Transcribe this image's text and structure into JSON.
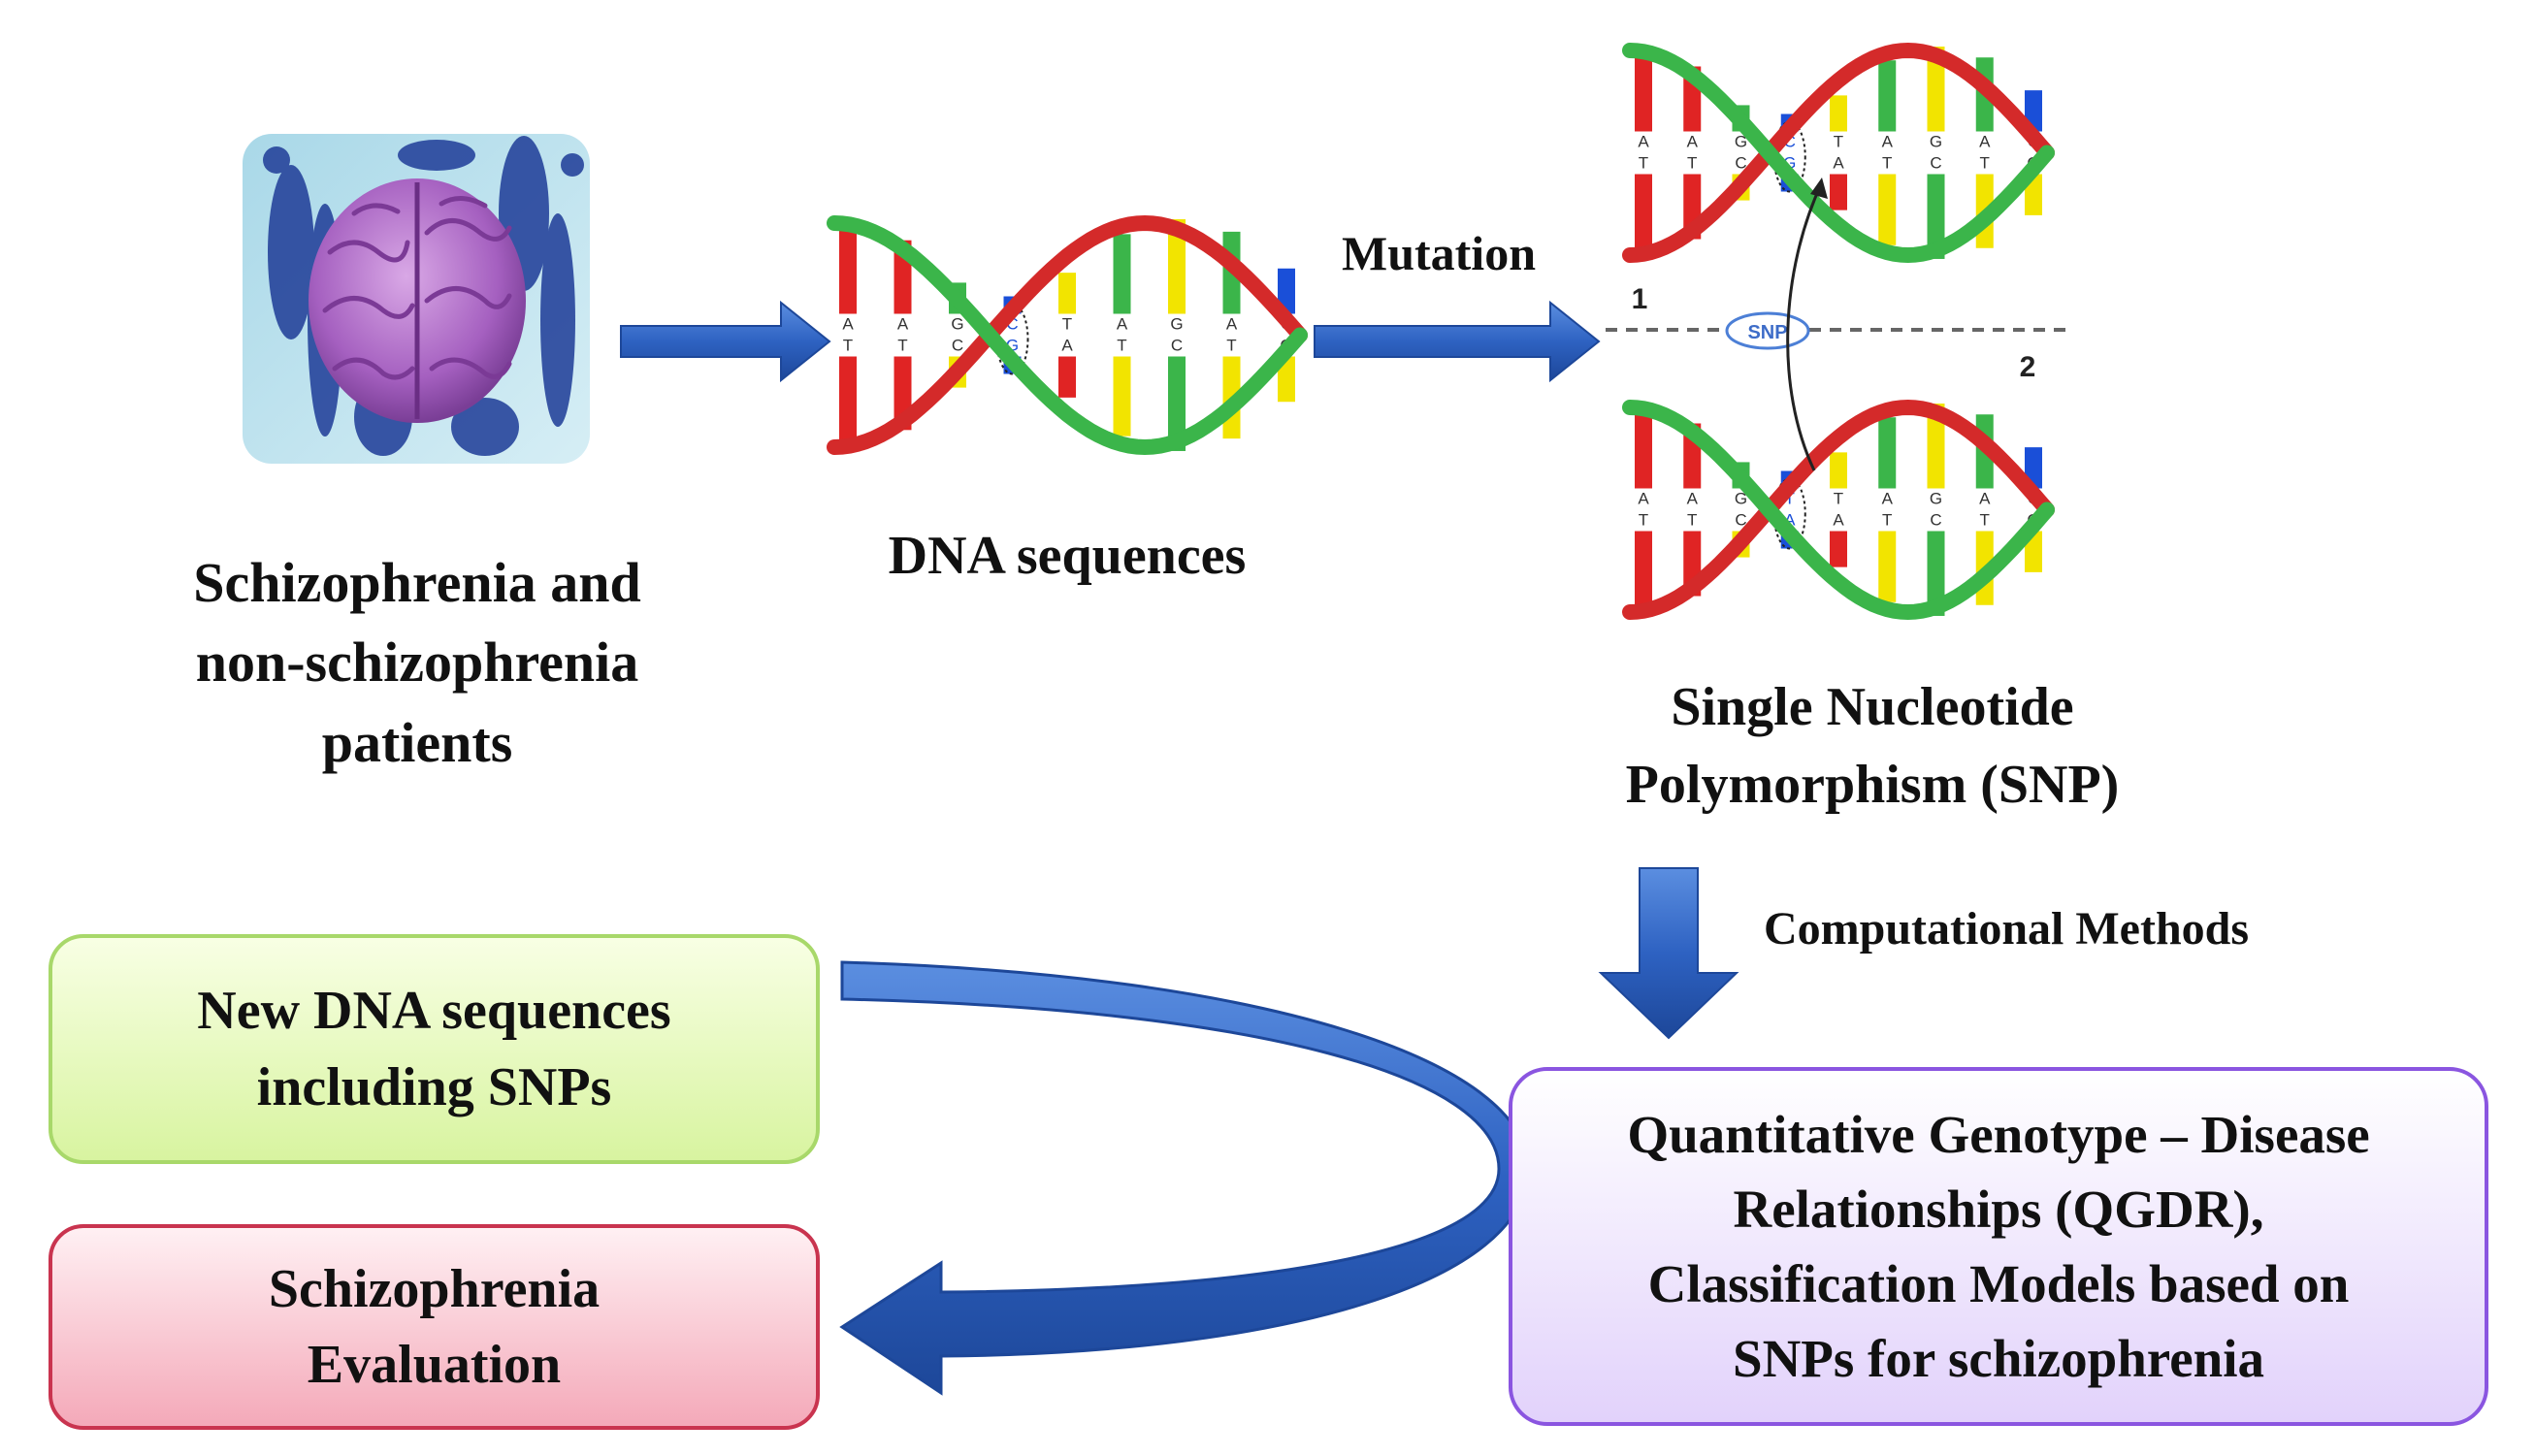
{
  "patients_label": [
    "Schizophrenia and",
    "non-schizophrenia",
    "patients"
  ],
  "dna_label": "DNA sequences",
  "mutation_label": "Mutation",
  "snp_label": [
    "Single Nucleotide",
    "Polymorphism (SNP)"
  ],
  "computational_label": "Computational Methods",
  "new_dna_box": [
    "New DNA sequences",
    "including SNPs"
  ],
  "evaluation_box": [
    "Schizophrenia",
    "Evaluation"
  ],
  "qgdr_box": [
    "Quantitative Genotype – Disease",
    "Relationships (QGDR),",
    "Classification Models based on",
    "SNPs for schizophrenia"
  ],
  "snp_marker": "SNP",
  "allele_1": "1",
  "allele_2": "2",
  "base_letters": {
    "top_row": [
      "A",
      "A",
      "G",
      "C",
      "T",
      "A",
      "G",
      "A",
      "C"
    ],
    "bottom_row": [
      "T",
      "T",
      "C",
      "G",
      "A",
      "T",
      "C",
      "T",
      "G"
    ],
    "mutated_pair_top": "T",
    "mutated_pair_bottom": "A"
  },
  "icons": {
    "patients_image": "brain-icon",
    "dna_image": "dna-helix-icon",
    "arrow": "block-arrow-icon"
  },
  "colors": {
    "arrow_blue": "#2e62c2",
    "helix_green": "#3bb54a",
    "helix_red": "#d42a2a",
    "base_red": "#e02424",
    "base_yellow": "#f2e400",
    "base_blue": "#1a4fd8",
    "box_green_border": "#a8d86a",
    "box_red_border": "#c9344f",
    "box_purple_border": "#8a55e0"
  }
}
